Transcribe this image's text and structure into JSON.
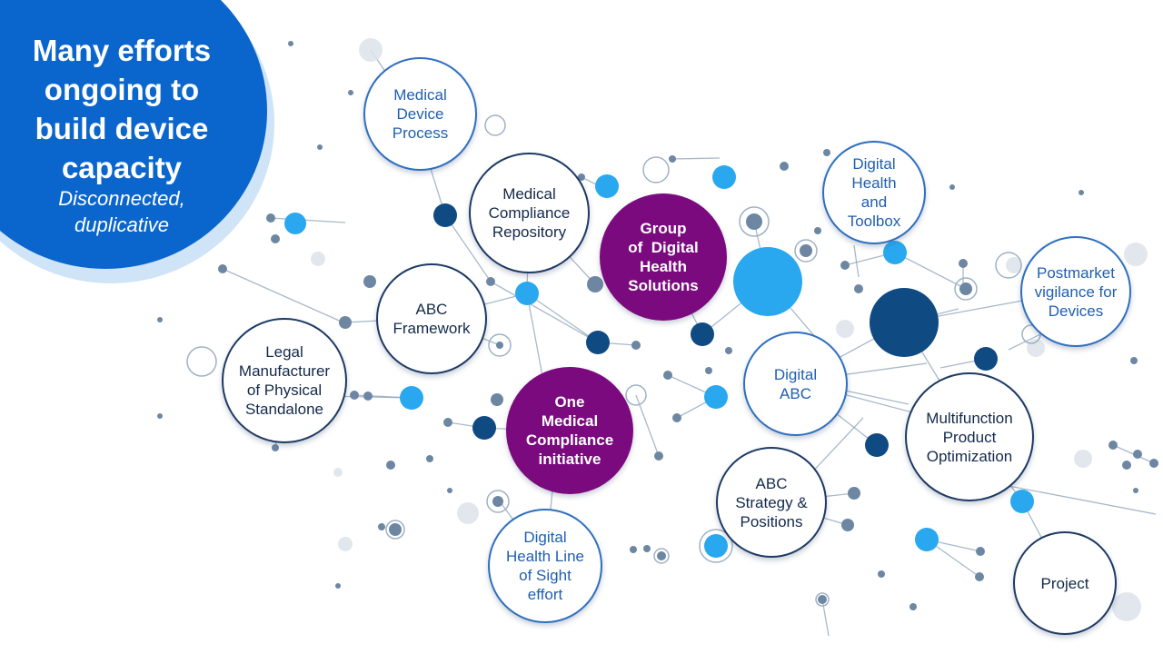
{
  "headline": {
    "title_lines": [
      "Many efforts",
      "ongoing to",
      "build device",
      "capacity"
    ],
    "subtitle_lines": [
      "Disconnected,",
      "duplicative"
    ]
  },
  "nodes": [
    {
      "id": "medical-device-process",
      "lines": [
        "Medical",
        "Device",
        "Process"
      ],
      "style": "outline-blue"
    },
    {
      "id": "medical-compliance-repository",
      "lines": [
        "Medical",
        "Compliance",
        "Repository"
      ],
      "style": "outline-navy"
    },
    {
      "id": "group-of-digital-health-solutions",
      "lines": [
        "Group",
        "of  Digital",
        "Health",
        "Solutions"
      ],
      "style": "filled-purple"
    },
    {
      "id": "digital-health-and-toolbox",
      "lines": [
        "Digital",
        "Health",
        "and",
        "Toolbox"
      ],
      "style": "outline-blue"
    },
    {
      "id": "postmarket-vigilance-for-devices",
      "lines": [
        "Postmarket",
        "vigilance for",
        "Devices"
      ],
      "style": "outline-blue"
    },
    {
      "id": "abc-framework",
      "lines": [
        "ABC",
        "Framework"
      ],
      "style": "outline-navy"
    },
    {
      "id": "legal-manufacturer-of-physical-standalone",
      "lines": [
        "Legal",
        "Manufacturer",
        "of Physical",
        "Standalone"
      ],
      "style": "outline-navy"
    },
    {
      "id": "one-medical-compliance-initiative",
      "lines": [
        "One",
        "Medical",
        "Compliance",
        "initiative"
      ],
      "style": "filled-purple"
    },
    {
      "id": "digital-abc",
      "lines": [
        "Digital",
        "ABC"
      ],
      "style": "outline-blue"
    },
    {
      "id": "multifunction-product-optimization",
      "lines": [
        "Multifunction",
        "Product",
        "Optimization"
      ],
      "style": "outline-navy"
    },
    {
      "id": "abc-strategy-and-positions",
      "lines": [
        "ABC",
        "Strategy &",
        "Positions"
      ],
      "style": "outline-navy"
    },
    {
      "id": "digital-health-line-of-sight-effort",
      "lines": [
        "Digital",
        "Health Line",
        "of Sight",
        "effort"
      ],
      "style": "outline-blue"
    },
    {
      "id": "project",
      "lines": [
        "Project"
      ],
      "style": "outline-navy"
    }
  ],
  "colors": {
    "hero_blue": "#0a66cc",
    "purple": "#7a0a7e",
    "light_blue_dot": "#29a8f0",
    "dark_blue_dot": "#0f4a82",
    "line_gray": "#8ba1b8"
  }
}
